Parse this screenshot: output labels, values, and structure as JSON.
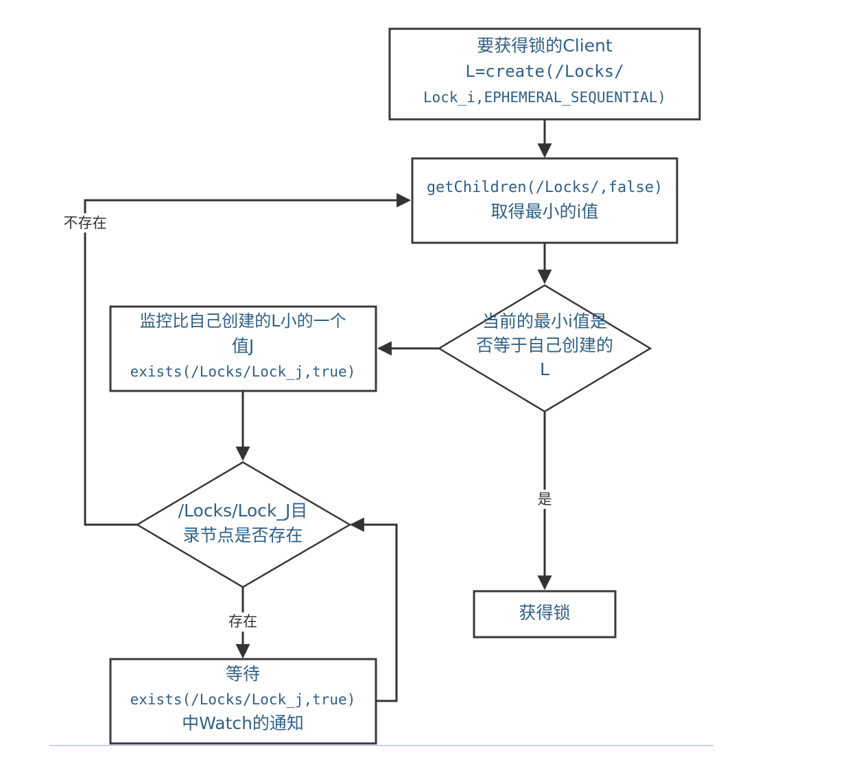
{
  "nodes": {
    "client_create": {
      "lines": [
        "要获得锁的Client",
        "L=create(/Locks/",
        "Lock_i,EPHEMERAL_SEQUENTIAL)"
      ]
    },
    "get_children": {
      "lines": [
        "getChildren(/Locks/,false)",
        "取得最小的i值"
      ]
    },
    "is_min_decision": {
      "lines": [
        "当前的最小i值是",
        "否等于自己创建的",
        "L"
      ]
    },
    "watch_smaller": {
      "lines": [
        "监控比自己创建的L小的一个",
        "值J",
        "exists(/Locks/Lock_j,true)"
      ]
    },
    "node_exists_decision": {
      "lines": [
        "/Locks/Lock_J目",
        "录节点是否存在"
      ]
    },
    "acquire_lock": {
      "lines": [
        "获得锁"
      ]
    },
    "wait_notify": {
      "lines": [
        "等待",
        "exists(/Locks/Lock_j,true)",
        "中Watch的通知"
      ]
    }
  },
  "edge_labels": {
    "not_exists": "不存在",
    "is": "是",
    "exists": "存在"
  }
}
